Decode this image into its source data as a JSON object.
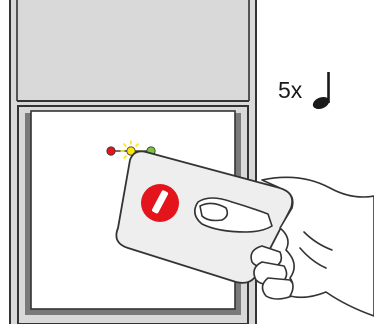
{
  "instruction": {
    "repeat_text": "5x",
    "sound_icon": "quarter-note-icon"
  },
  "reader": {
    "leds": [
      {
        "name": "red",
        "color": "#e3141b",
        "lit": false
      },
      {
        "name": "yellow",
        "color": "#ffe600",
        "lit": true
      },
      {
        "name": "green",
        "color": "#7ec242",
        "lit": false
      }
    ],
    "colors": {
      "housing": "#d9d9d9",
      "housing_border": "#333333",
      "face": "#ffffff",
      "shadow": "#7a7a7a"
    }
  },
  "card": {
    "fill": "#eeeeee",
    "badge_color": "#e3141b",
    "badge_mark_color": "#ffffff"
  },
  "hand": {
    "stroke_color": "#333333",
    "fill": "#ffffff"
  }
}
